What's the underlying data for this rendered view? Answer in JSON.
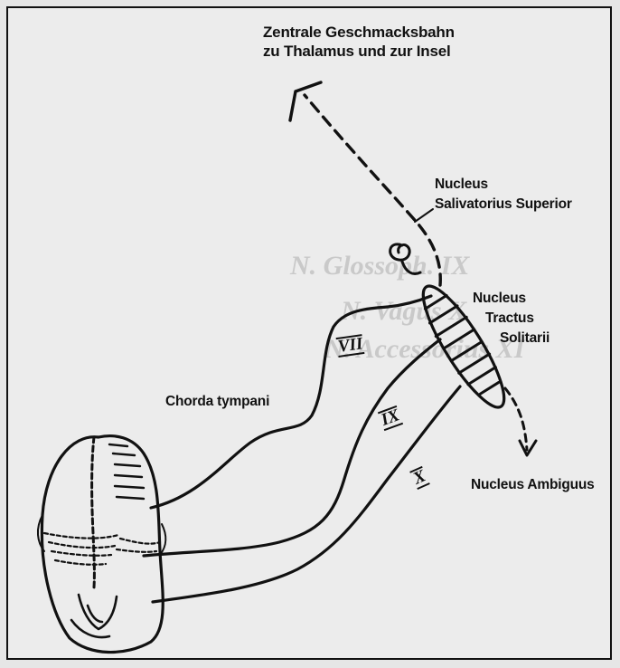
{
  "labels": {
    "central_path_line1": "Zentrale Geschmacksbahn",
    "central_path_line2": "zu Thalamus und zur Insel",
    "salivatorius_line1": "Nucleus",
    "salivatorius_line2": "Salivatorius Superior",
    "tractus_line1": "Nucleus",
    "tractus_line2": "Tractus",
    "tractus_line3": "Solitarii",
    "chorda_tympani": "Chorda tympani",
    "ambiguus": "Nucleus Ambiguus"
  },
  "nerves": {
    "facial": "VII",
    "glossopharyngeal": "IX",
    "vagus": "X"
  },
  "background_bleed": {
    "line1": "N. Glossoph. IX",
    "line2": "N. Vagus X",
    "line3": "N. Accessorius XI"
  },
  "colors": {
    "ink": "#111111",
    "paper": "#ececec",
    "bleed": "#c9c9c9"
  }
}
